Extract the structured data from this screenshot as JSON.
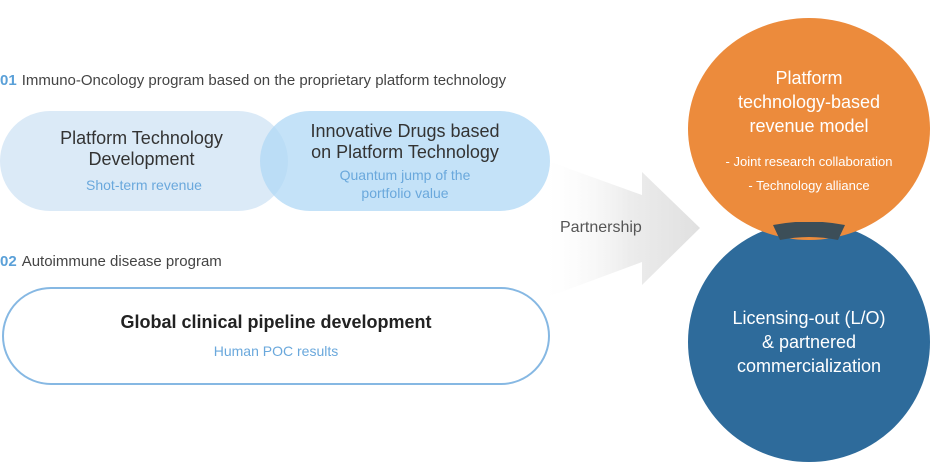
{
  "program_01": {
    "number": "01",
    "title": "Immuno-Oncology program based on the proprietary platform technology"
  },
  "program_02": {
    "number": "02",
    "title": "Autoimmune disease program"
  },
  "platform_development": {
    "title_line1": "Platform Technology",
    "title_line2": "Development",
    "subtitle": "Shot-term revenue"
  },
  "innovative_drugs": {
    "title_line1": "Innovative Drugs based",
    "title_line2": "on Platform Technology",
    "subtitle_line1": "Quantum jump of the",
    "subtitle_line2": "portfolio value"
  },
  "clinical_pipeline": {
    "title": "Global clinical pipeline development",
    "subtitle": "Human POC results"
  },
  "arrow": {
    "label": "Partnership"
  },
  "revenue_model": {
    "title_line1": "Platform",
    "title_line2": "technology-based",
    "title_line3": "revenue model",
    "bullets": [
      "- Joint research collaboration",
      "- Technology alliance"
    ]
  },
  "licensing": {
    "title_line1": "Licensing-out (L/O)",
    "title_line2": "& partnered",
    "title_line3": "commercialization"
  },
  "colors": {
    "orange": "#ec8b3c",
    "navy": "#2e6b9b",
    "light_blue": "#dbeaf7",
    "accent_blue": "#6aa8dc",
    "arrow_grey": "#e6e6e6"
  }
}
